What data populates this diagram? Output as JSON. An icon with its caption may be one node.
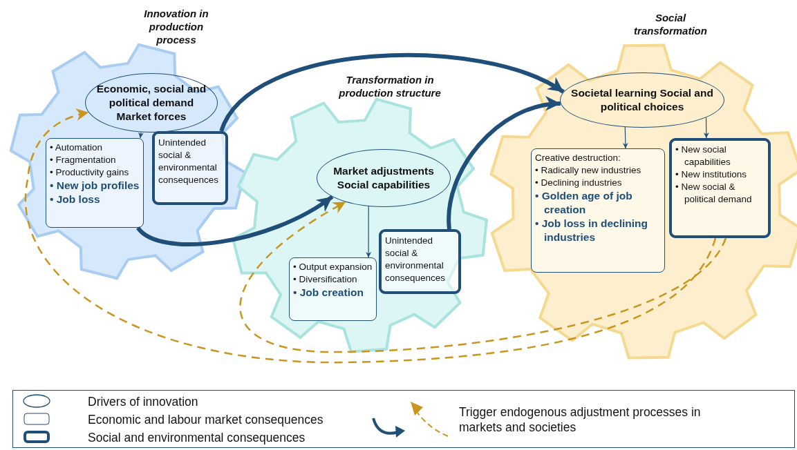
{
  "diagram": {
    "nodes": [
      {
        "text": [
          "Innovation in production process"
        ]
      },
      {
        "text": [
          "Economic, social and political demand Market forces"
        ],
        "in": 0
      },
      {
        "text": [
          "• Automation",
          "• Fragmentation",
          "• Productivity gains",
          "• New job profiles",
          "• Job loss"
        ],
        "in": 0
      },
      {
        "text": [
          "Unintended social & environmental consequences"
        ],
        "in": 0
      },
      {
        "text": [
          "Transformation in production structure"
        ]
      },
      {
        "text": [
          "Market adjustments Social capabilities"
        ],
        "in": 4
      },
      {
        "text": [
          "• Output expansion",
          "• Diversification",
          "• Job creation"
        ],
        "in": 4
      },
      {
        "text": [
          "Unintended social & environmental consequences"
        ],
        "in": 4
      },
      {
        "text": [
          "Social transformation"
        ]
      },
      {
        "text": [
          "Societal learning Social and political choices"
        ],
        "in": 8
      },
      {
        "text": [
          "Creative destruction:",
          "• Radically new industries",
          "• Declining industries",
          "• Golden age of job creation",
          "• Job loss in declining industries"
        ],
        "in": 8
      },
      {
        "text": [
          "• New social capabilities",
          "• New institutions",
          "• New social & political demand"
        ],
        "in": 8
      }
    ],
    "edges": [
      {
        "from": 1,
        "to": 2,
        "arrow": "to"
      },
      {
        "from": 2,
        "to": 5,
        "arrow": "to",
        "style": "thick"
      },
      {
        "from": 3,
        "to": 9,
        "arrow": "to",
        "style": "thick"
      },
      {
        "from": 5,
        "to": 6,
        "arrow": "to"
      },
      {
        "from": 7,
        "to": 9,
        "arrow": "to",
        "style": "thick"
      },
      {
        "from": 9,
        "to": 10,
        "arrow": "to"
      },
      {
        "from": 9,
        "to": 11,
        "arrow": "to"
      },
      {
        "from": 11,
        "to": 1,
        "arrow": "to",
        "style": "dashed",
        "color": "#c8961e"
      },
      {
        "from": 11,
        "to": 5,
        "arrow": "to",
        "style": "dashed",
        "color": "#c8961e"
      }
    ],
    "legend": [
      {
        "text": "Drivers of innovation"
      },
      {
        "text": "Economic and labour market consequences"
      },
      {
        "text": "Social and environmental consequences"
      },
      {
        "text": "Trigger endogenous adjustment processes in markets and societies"
      }
    ]
  }
}
